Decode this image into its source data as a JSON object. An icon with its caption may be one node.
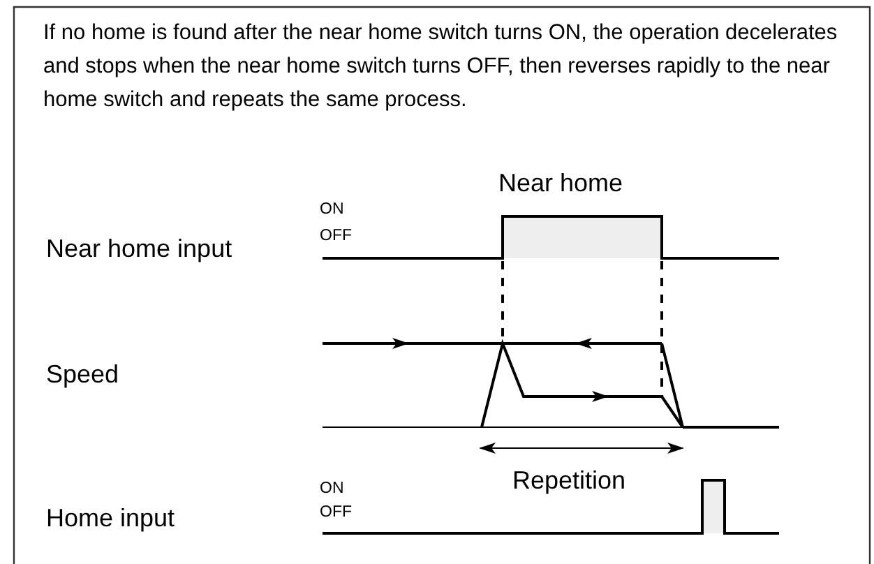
{
  "diagram": {
    "labels": [
      "If no home is found after the near home switch turns ON, the operation decelerates and stops when the near home switch turns OFF, then reverses rapidly to the near home switch and repeats the same process.",
      "Near home",
      "ON",
      "OFF",
      "Near home input",
      "Speed",
      "Repetition",
      "ON",
      "OFF",
      "Home input"
    ]
  }
}
